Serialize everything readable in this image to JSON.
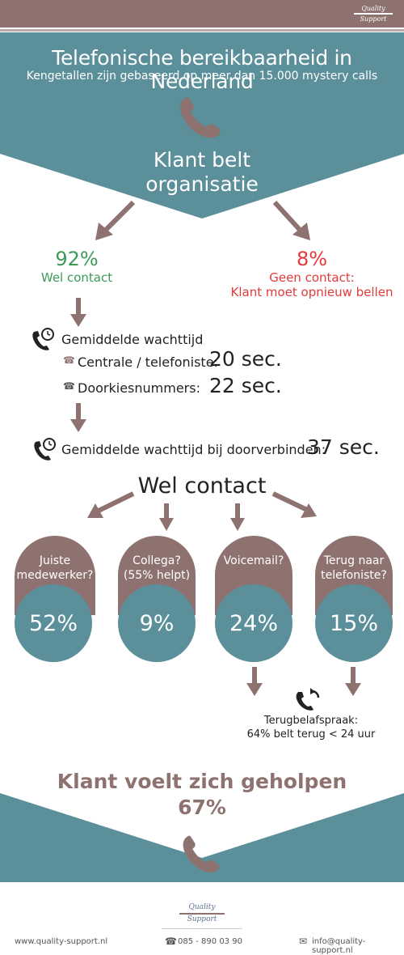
{
  "header": {
    "logo_line1": "Quality",
    "logo_line2": "Support"
  },
  "hero": {
    "title": "Telefonische bereikbaarheid in Nederland",
    "subtitle": "Kengetallen zijn gebaseerd op meer dan 15.000 mystery calls",
    "call_line1": "Klant belt",
    "call_line2": "organisatie"
  },
  "split": {
    "contact_pct": "92%",
    "contact_label": "Wel contact",
    "no_contact_pct": "8%",
    "no_contact_label1": "Geen contact:",
    "no_contact_label2": "Klant moet opnieuw bellen"
  },
  "wait": {
    "heading": "Gemiddelde wachttijd",
    "row1_label": "Centrale / telefoniste:",
    "row1_value": "20 sec.",
    "row2_label": "Doorkiesnummers:",
    "row2_value": "22 sec.",
    "transfer_label": "Gemiddelde wachttijd bij doorverbinden:",
    "transfer_value": "37 sec."
  },
  "outcome": {
    "heading": "Wel contact",
    "items": [
      {
        "label1": "Juiste",
        "label2": "medewerker?",
        "pct": "52%"
      },
      {
        "label1": "Collega?",
        "label2": "(55% helpt)",
        "pct": "9%"
      },
      {
        "label1": "Voicemail?",
        "label2": "",
        "pct": "24%"
      },
      {
        "label1": "Terug naar",
        "label2": "telefoniste?",
        "pct": "15%"
      }
    ],
    "callback_line1": "Terugbelafspraak:",
    "callback_line2": "64% belt terug < 24 uur"
  },
  "result": {
    "line1": "Klant voelt zich geholpen",
    "line2": "67%"
  },
  "footer": {
    "logo_line1": "Quality",
    "logo_line2": "Support",
    "website": "www.quality-support.nl",
    "phone": "085 - 890 03 90",
    "email": "info@quality-support.nl"
  },
  "colors": {
    "teal": "#5b8f9a",
    "mauve": "#8e726f",
    "green": "#3b9a57",
    "red": "#e33a3a"
  }
}
